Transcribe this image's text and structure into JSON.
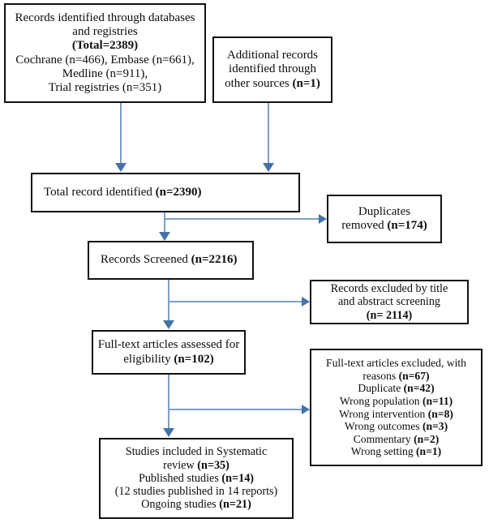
{
  "diagram": {
    "type": "prisma-flow-diagram",
    "colors": {
      "box_border": "#111111",
      "background": "#ffffff",
      "connector_line": "#7C9FC6",
      "arrow_head": "#4472A8",
      "text": "#0d0d0d"
    },
    "boxes": {
      "identification_databases": {
        "name": "records-identified-databases",
        "lines": [
          {
            "text": "Records identified through databases",
            "bold": ""
          },
          {
            "text": "and registries",
            "bold": ""
          },
          {
            "text": "",
            "bold": "(Total=2389)"
          },
          {
            "text": "Cochrane (n=466), Embase (n=661),",
            "bold": ""
          },
          {
            "text": "Medline (n=911),",
            "bold": ""
          },
          {
            "text": "Trial registries (n=351)",
            "bold": ""
          }
        ]
      },
      "identification_other": {
        "name": "additional-records-other-sources",
        "lines": [
          {
            "text": "Additional records",
            "bold": ""
          },
          {
            "text": "identified through",
            "bold": ""
          },
          {
            "text": "other sources ",
            "bold": "(n=1)"
          }
        ]
      },
      "total_records": {
        "name": "total-record-identified",
        "lines": [
          {
            "text": "Total record identified  ",
            "bold": "(n=2390)"
          }
        ]
      },
      "duplicates_removed": {
        "name": "duplicates-removed",
        "lines": [
          {
            "text": "Duplicates",
            "bold": ""
          },
          {
            "text": "removed ",
            "bold": "(n=174)"
          }
        ]
      },
      "records_screened": {
        "name": "records-screened",
        "lines": [
          {
            "text": "Records Screened ",
            "bold": "(n=2216)"
          }
        ]
      },
      "records_excluded": {
        "name": "records-excluded-title-abstract",
        "lines": [
          {
            "text": "Records excluded by title",
            "bold": ""
          },
          {
            "text": "and abstract screening",
            "bold": ""
          },
          {
            "text": "",
            "bold": "(n= 2114)"
          }
        ]
      },
      "fulltext_assessed": {
        "name": "full-text-articles-assessed",
        "lines": [
          {
            "text": "Full-text articles assessed for",
            "bold": ""
          },
          {
            "text": "eligibility ",
            "bold": "(n=102)"
          }
        ]
      },
      "fulltext_excluded": {
        "name": "full-text-articles-excluded-reasons",
        "lines": [
          {
            "text": "Full-text articles excluded, with",
            "bold": ""
          },
          {
            "text": "reasons ",
            "bold": "(n=67)"
          },
          {
            "text": "Duplicate ",
            "bold": "(n=42)"
          },
          {
            "text": "Wrong population ",
            "bold": "(n=11)"
          },
          {
            "text": "Wrong intervention ",
            "bold": "(n=8)"
          },
          {
            "text": "Wrong outcomes ",
            "bold": "(n=3)"
          },
          {
            "text": "Commentary ",
            "bold": "(n=2)"
          },
          {
            "text": "Wrong setting ",
            "bold": "(n=1)"
          }
        ]
      },
      "studies_included": {
        "name": "studies-included-systematic-review",
        "lines": [
          {
            "text": "Studies included in Systematic",
            "bold": ""
          },
          {
            "text": "review ",
            "bold": "(n=35)"
          },
          {
            "text": "Published studies ",
            "bold": "(n=14)"
          },
          {
            "text": "(12 studies published in 14 reports)",
            "bold": ""
          },
          {
            "text": "Ongoing studies ",
            "bold": "(n=21)"
          }
        ]
      }
    },
    "connectors": [
      {
        "name": "databases-to-total-record",
        "type": "vertical-arrow"
      },
      {
        "name": "other-sources-to-total-record",
        "type": "vertical-arrow"
      },
      {
        "name": "total-record-to-records-screened",
        "type": "vertical-arrow"
      },
      {
        "name": "total-record-to-duplicates-removed",
        "type": "horizontal-arrow"
      },
      {
        "name": "records-screened-to-full-text",
        "type": "vertical-arrow"
      },
      {
        "name": "records-screened-to-records-excluded",
        "type": "horizontal-arrow"
      },
      {
        "name": "full-text-to-studies-included",
        "type": "vertical-arrow"
      },
      {
        "name": "full-text-to-full-text-excluded",
        "type": "horizontal-arrow"
      }
    ]
  }
}
